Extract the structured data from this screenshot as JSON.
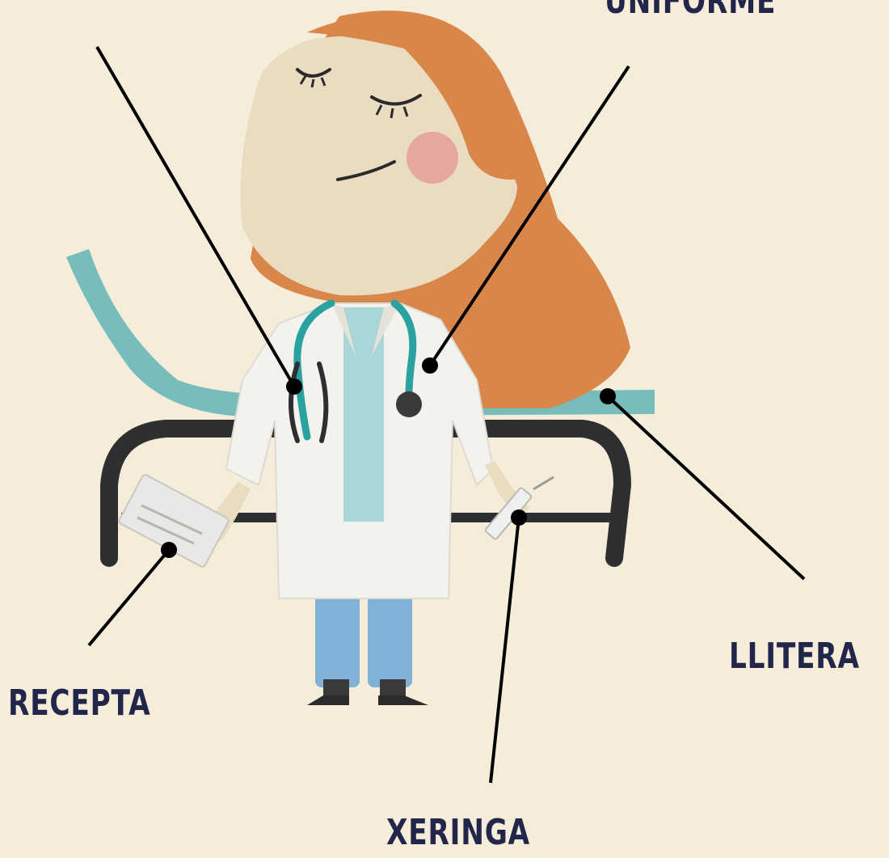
{
  "labels": {
    "uniforme": "UNIFORME",
    "llitera": "LLITERA",
    "recepta": "RECEPTA",
    "xeringa": "XERINGA"
  },
  "colors": {
    "background": "#f5ecda",
    "label_text": "#22264a",
    "leader_line": "#000000",
    "hair": "#d9864a",
    "skin": "#e9dcc0",
    "cheek": "#e6a7a0",
    "coat": "#f3f2ee",
    "scrubs": "#a9d6d6",
    "pants": "#7fb2d6",
    "stretcher_mat": "#76bdbb",
    "stretcher_frame": "#2e2f31",
    "stethoscope": "#2aa3a0"
  },
  "figure": "doctor-with-stethoscope"
}
